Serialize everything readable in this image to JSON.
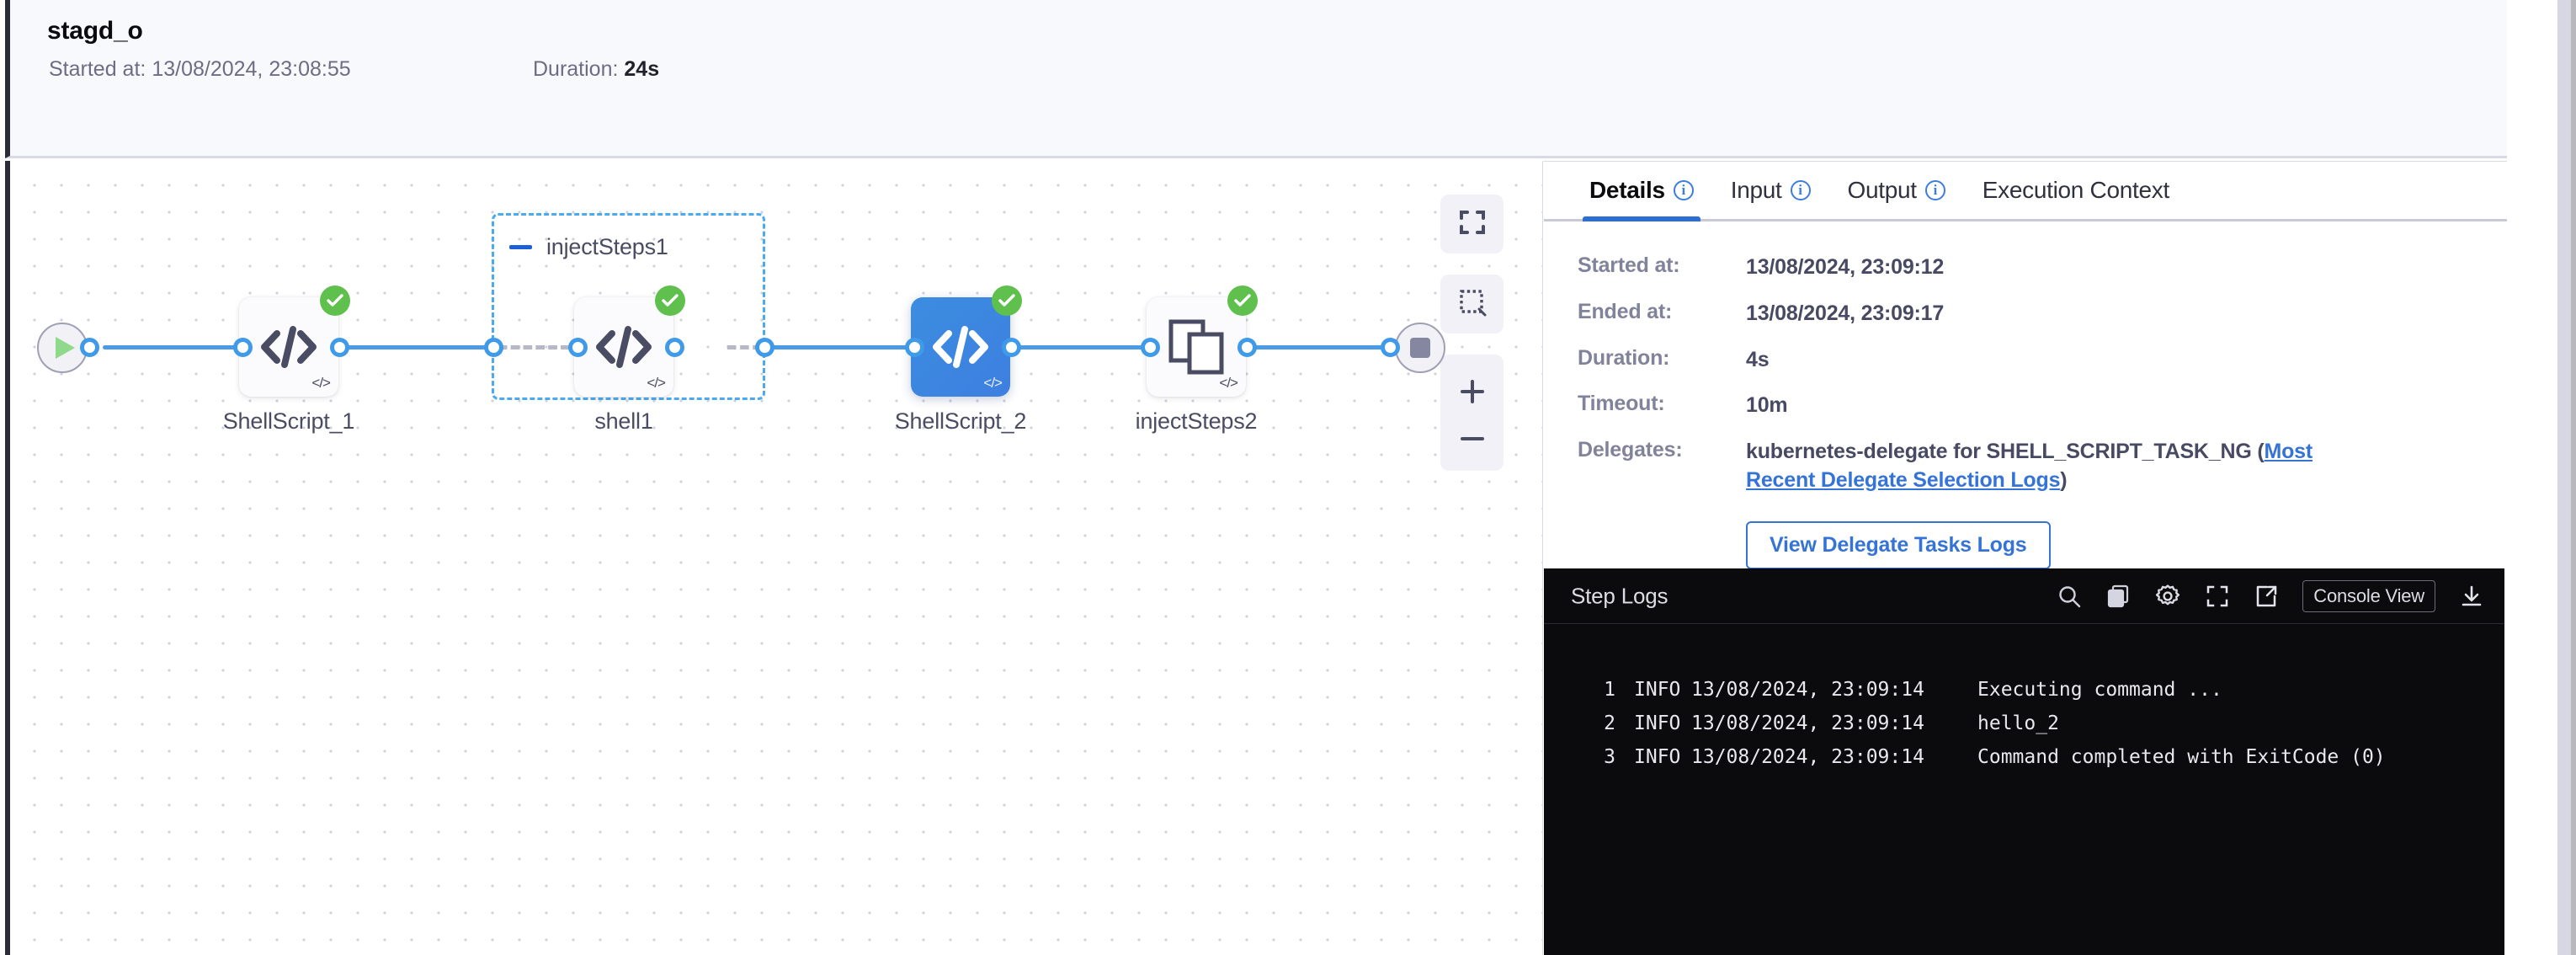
{
  "header": {
    "title": "stagd_o",
    "started_label": "Started at:",
    "started_value": "13/08/2024, 23:08:55",
    "duration_label": "Duration:",
    "duration_value": "24s"
  },
  "graph": {
    "start_node": "start-node",
    "end_node": "end-node",
    "group": {
      "name": "injectSteps1",
      "collapse_icon": "minus-icon"
    },
    "nodes": [
      {
        "id": "shellscript1",
        "label": "ShellScript_1",
        "icon": "code-icon",
        "status": "success",
        "selected": false
      },
      {
        "id": "shell1",
        "label": "shell1",
        "icon": "code-icon",
        "status": "success",
        "selected": false
      },
      {
        "id": "shellscript2",
        "label": "ShellScript_2",
        "icon": "code-icon",
        "status": "success",
        "selected": true
      },
      {
        "id": "injectsteps2",
        "label": "injectSteps2",
        "icon": "copy-icon",
        "status": "success",
        "selected": false
      }
    ],
    "controls": [
      {
        "name": "fit-to-screen-icon"
      },
      {
        "name": "select-area-icon"
      },
      {
        "name": "zoom-in-icon"
      },
      {
        "name": "zoom-out-icon"
      }
    ]
  },
  "panel": {
    "tabs": [
      {
        "label": "Details",
        "info": true,
        "active": true
      },
      {
        "label": "Input",
        "info": true,
        "active": false
      },
      {
        "label": "Output",
        "info": true,
        "active": false
      },
      {
        "label": "Execution Context",
        "info": false,
        "active": false
      }
    ],
    "details": [
      {
        "label": "Started at:",
        "value": "13/08/2024, 23:09:12"
      },
      {
        "label": "Ended at:",
        "value": "13/08/2024, 23:09:17"
      },
      {
        "label": "Duration:",
        "value": "4s"
      },
      {
        "label": "Timeout:",
        "value": "10m"
      }
    ],
    "delegates_label": "Delegates:",
    "delegates_text": "kubernetes-delegate for SHELL_SCRIPT_TASK_NG (",
    "delegates_link": "Most Recent Delegate Selection Logs",
    "delegates_tail": ")",
    "delegate_button": "View Delegate Tasks Logs"
  },
  "logs": {
    "title": "Step Logs",
    "tools": [
      {
        "name": "search-icon"
      },
      {
        "name": "copy-icon"
      },
      {
        "name": "gear-icon"
      },
      {
        "name": "fullscreen-icon"
      },
      {
        "name": "open-external-icon"
      }
    ],
    "console_view_label": "Console View",
    "download_icon": "download-icon",
    "lines": [
      {
        "num": "1",
        "level": "INFO",
        "time": "13/08/2024, 23:09:14",
        "message": "Executing command ..."
      },
      {
        "num": "2",
        "level": "INFO",
        "time": "13/08/2024, 23:09:14",
        "message": "hello_2"
      },
      {
        "num": "3",
        "level": "INFO",
        "time": "13/08/2024, 23:09:14",
        "message": "Command completed with ExitCode (0)"
      }
    ]
  },
  "colors": {
    "accent": "#2b6fd6",
    "link": "#3574d6",
    "success": "#5fc04e",
    "edge": "#4a9ae8",
    "group_border": "#4aaaf0",
    "logs_bg": "#0b0b0d"
  }
}
